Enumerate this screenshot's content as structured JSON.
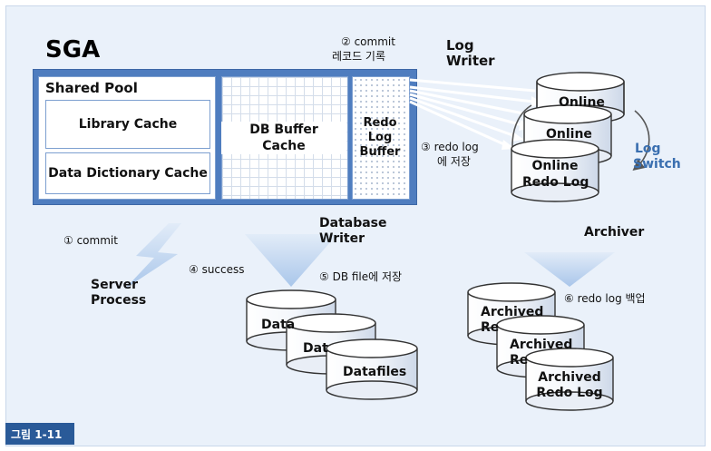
{
  "sga": {
    "title": "SGA",
    "shared_pool": "Shared Pool",
    "library_cache": "Library Cache",
    "data_dictionary_cache": "Data Dictionary Cache",
    "db_buffer_cache": [
      "DB Buffer",
      "Cache"
    ],
    "redo_log_buffer": [
      "Redo",
      "Log",
      "Buffer"
    ]
  },
  "processes": {
    "log_writer": [
      "Log",
      "Writer"
    ],
    "database_writer": [
      "Database",
      "Writer"
    ],
    "archiver": "Archiver",
    "server_process": [
      "Server",
      "Process"
    ],
    "log_switch": [
      "Log",
      "Switch"
    ]
  },
  "steps": {
    "step1": "① commit",
    "step2": [
      "② commit",
      "레코드 기록"
    ],
    "step3": [
      "③ redo log",
      "에 저장"
    ],
    "step4": "④ success",
    "step5": "⑤ DB file에 저장",
    "step6": "⑥ redo log 백업"
  },
  "cylinders": {
    "online_1": "Online",
    "online_2": "Online",
    "online_3": [
      "Online",
      "Redo Log"
    ],
    "datafile_1": "Data",
    "datafile_2": "Dat",
    "datafile_3": "Datafiles",
    "archived_1": [
      "Archived",
      "Re"
    ],
    "archived_2": [
      "Archived",
      "Re"
    ],
    "archived_3": [
      "Archived",
      "Redo Log"
    ]
  },
  "figure_tag": "그림 1-11",
  "colors": {
    "background": "#eaf1fa",
    "sga_blue": "#4f7dbf",
    "arrow_light": "#bcd3ef",
    "switch_blue": "#3a6fb0",
    "tag_blue": "#2a5a98"
  }
}
